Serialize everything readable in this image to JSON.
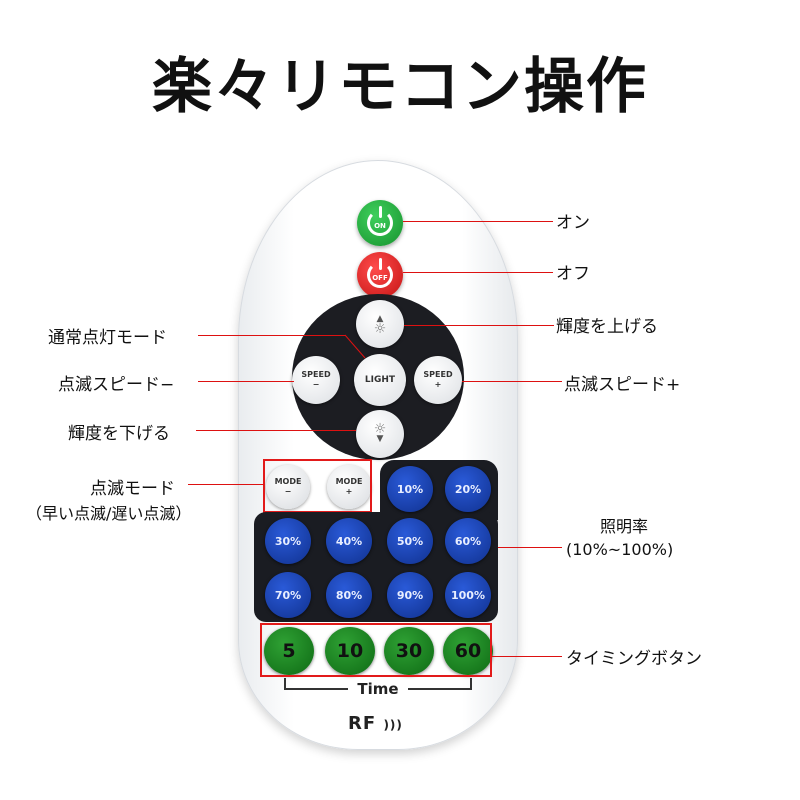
{
  "title": "楽々リモコン操作",
  "remote": {
    "on_text": "ON",
    "off_text": "OFF",
    "light_label": "LIGHT",
    "speed_label": "SPEED",
    "minus": "−",
    "plus": "+",
    "mode_label": "MODE",
    "brightness": [
      "10%",
      "20%",
      "30%",
      "40%",
      "50%",
      "60%",
      "70%",
      "80%",
      "90%",
      "100%"
    ],
    "timers": [
      "5",
      "10",
      "30",
      "60"
    ],
    "time_label": "Time",
    "brand": "RF"
  },
  "callouts": {
    "on": "オン",
    "off": "オフ",
    "brightness_up": "輝度を上げる",
    "normal_mode": "通常点灯モード",
    "speed_down": "点滅スピード−",
    "speed_up": "点滅スピード+",
    "brightness_down": "輝度を下げる",
    "blink_mode_1": "点滅モード",
    "blink_mode_2": "（早い点滅/遅い点滅）",
    "illuminance_1": "照明率",
    "illuminance_2": "(10%~100%)",
    "timer_buttons": "タイミングボタン"
  },
  "colors": {
    "callout_line": "#dd1111",
    "on_button": "#1e9e36",
    "off_button": "#d41a1a",
    "brightness_button": "#1a42b8",
    "timer_button": "#1a8a22"
  }
}
